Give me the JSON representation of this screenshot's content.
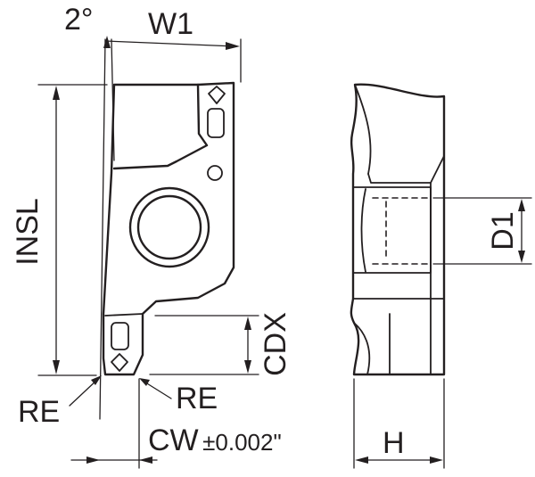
{
  "labels": {
    "angle": "2°",
    "w1": "W1",
    "insl": "INSL",
    "cdx": "CDX",
    "re_left": "RE",
    "re_right": "RE",
    "cw": "CW",
    "cw_tolerance": "±0.002\"",
    "d1": "D1",
    "h": "H"
  }
}
